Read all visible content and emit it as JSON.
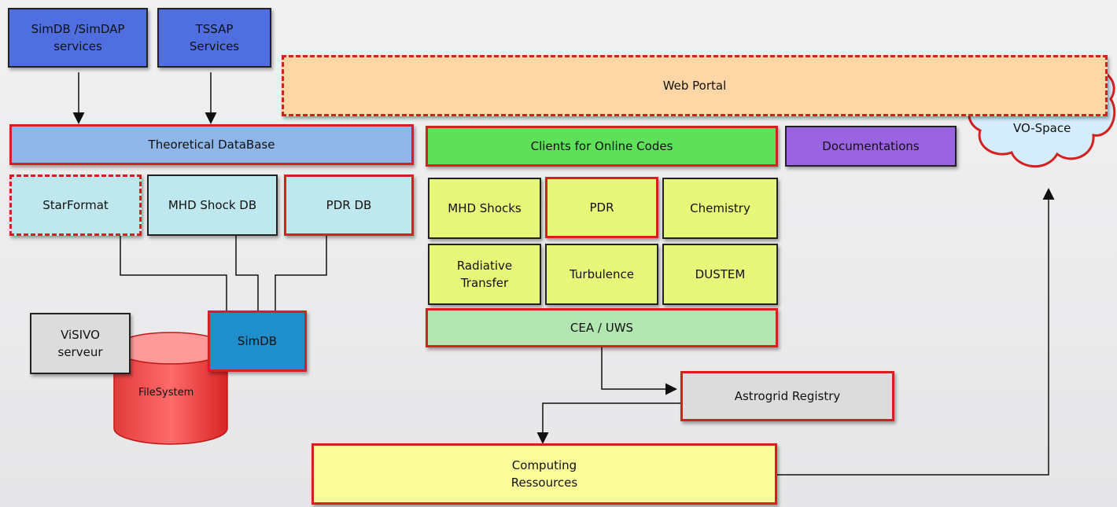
{
  "services": {
    "simdb_simdap": "SimDB /SimDAP\nservices",
    "tssap": "TSSAP\nServices"
  },
  "portal": {
    "web_portal": "Web Portal",
    "vo_space": "VO-Space"
  },
  "database": {
    "theoretical_database": "Theoretical DataBase",
    "starformat": "StarFormat",
    "mhd_shock_db": "MHD Shock DB",
    "pdr_db": "PDR DB",
    "simdb": "SimDB",
    "visivo_serveur": "ViSIVO\nserveur",
    "filesystem": "FileSystem"
  },
  "codes": {
    "clients": "Clients for Online Codes",
    "documentations": "Documentations",
    "mhd_shocks": "MHD Shocks",
    "pdr": "PDR",
    "chemistry": "Chemistry",
    "radiative_transfer": "Radiative\nTransfer",
    "turbulence": "Turbulence",
    "dustem": "DUSTEM",
    "cea_uws": "CEA / UWS"
  },
  "infra": {
    "astrogrid_registry": "Astrogrid Registry",
    "computing_resources": "Computing\nRessources"
  },
  "colors": {
    "red_border": "#d61f1f",
    "service_blue": "#4f6fe0",
    "theoretical_db": "#8eb6e8",
    "db_cyan": "#bfe8ee",
    "clients_green": "#5fe05a",
    "documentations_purple": "#9a63e0",
    "codes_lime": "#e6f77a",
    "cea_mint": "#b2e6b0",
    "portal_peach": "#ffd7a6",
    "simdb_blue": "#1e8fcb",
    "computing_yellow": "#fbfb9a"
  }
}
